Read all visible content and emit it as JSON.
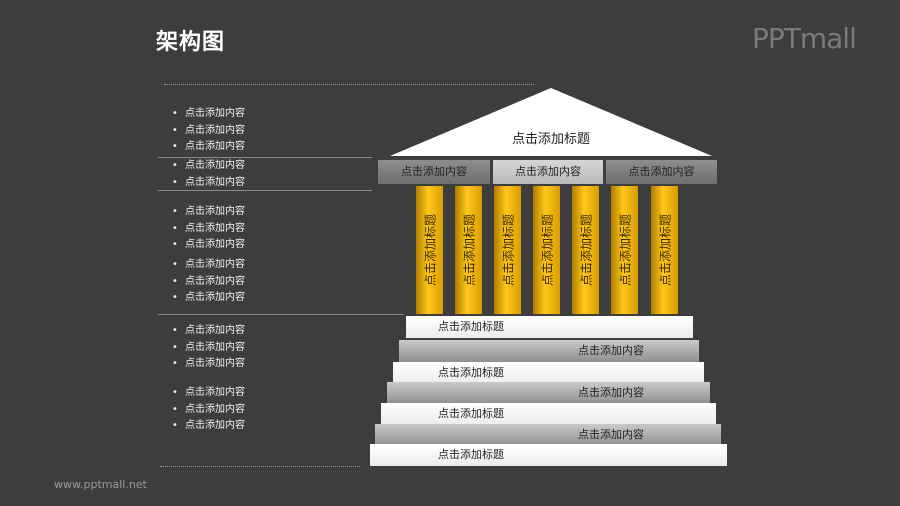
{
  "title": "架构图",
  "logo": "PPTmall",
  "site": "www.pptmall.net",
  "roof_label": "点击添加标题",
  "beams": [
    "点击添加内容",
    "点击添加内容",
    "点击添加内容"
  ],
  "pillars": [
    "点击添加标题",
    "点击添加标题",
    "点击添加标题",
    "点击添加标题",
    "点击添加标题",
    "点击添加标题",
    "点击添加标题"
  ],
  "steps": [
    "点击添加标题",
    "点击添加内容",
    "点击添加标题",
    "点击添加内容",
    "点击添加标题",
    "点击添加内容",
    "点击添加标题"
  ],
  "lists": [
    [
      "点击添加内容",
      "点击添加内容",
      "点击添加内容"
    ],
    [
      "点击添加内容",
      "点击添加内容"
    ],
    [
      "点击添加内容",
      "点击添加内容",
      "点击添加内容"
    ],
    [
      "点击添加内容",
      "点击添加内容",
      "点击添加内容"
    ],
    [
      "点击添加内容",
      "点击添加内容",
      "点击添加内容"
    ],
    [
      "点击添加内容",
      "点击添加内容",
      "点击添加内容"
    ]
  ],
  "colors": {
    "background": "#3d3d3d",
    "pillar": "#ffc81a",
    "roof": "#ffffff"
  }
}
